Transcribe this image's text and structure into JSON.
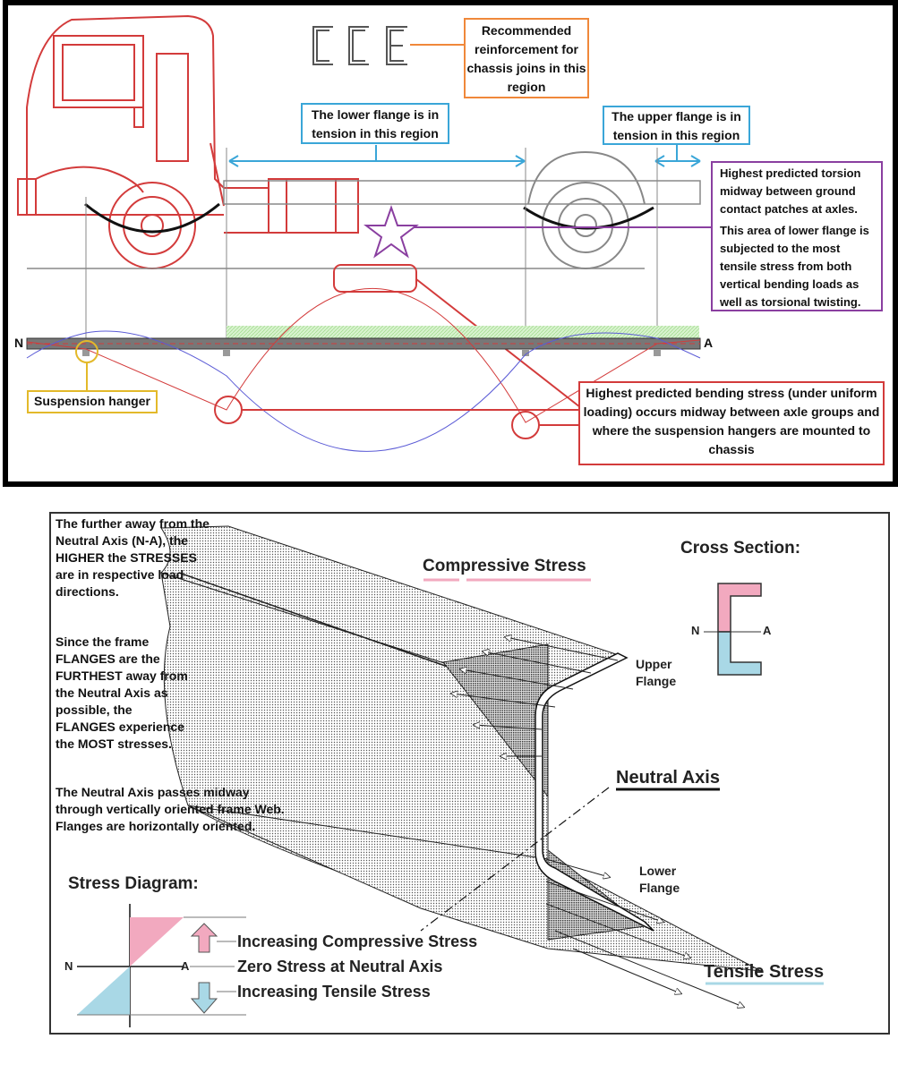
{
  "top": {
    "reinforcement_label": "Recommended reinforcement for chassis joins in this region",
    "reinforcement_shapes": "C C E",
    "lower_flange_label": "The lower flange is in tension in this region",
    "upper_flange_label": "The upper flange is in tension in this region",
    "torsion_p1": "Highest predicted torsion midway between ground contact patches at axles.",
    "torsion_p2": "This area of lower flange is subjected to the most tensile stress from both vertical bending loads as well as torsional twisting.",
    "bending_label": "Highest predicted bending stress (under uniform loading) occurs midway between axle groups and where the suspension hangers are mounted to chassis",
    "suspension_label": "Suspension hanger",
    "axis_n": "N",
    "axis_a": "A"
  },
  "bottom": {
    "text_p1": "The further away from the Neutral Axis (N-A), the HIGHER the STRESSES are in respective load directions.",
    "text_p2": "Since the frame FLANGES are the FURTHEST away from the Neutral Axis as possible, the FLANGES experience the MOST stresses.",
    "text_p3": "The Neutral Axis passes midway through vertically oriented frame Web. Flanges are horizontally oriented.",
    "compressive_title": "Compressive Stress",
    "cross_section_title": "Cross Section:",
    "cs_n": "N",
    "cs_a": "A",
    "upper_flange": "Upper Flange",
    "neutral_axis": "Neutral Axis",
    "lower_flange": "Lower Flange",
    "tensile_title": "Tensile Stress",
    "stress_diagram_title": "Stress Diagram:",
    "sd_n": "N",
    "sd_a": "A",
    "sd_increase_comp": "Increasing Compressive Stress",
    "sd_zero": "Zero Stress at Neutral Axis",
    "sd_increase_tens": "Increasing Tensile Stress"
  },
  "colors": {
    "red": "#d33b3b",
    "blue": "#3aa6d8",
    "orange": "#f0883a",
    "purple": "#8a3fa0",
    "yellow": "#e3b92a",
    "pink": "#f2a9bf",
    "lightblue": "#a9d8e6"
  }
}
